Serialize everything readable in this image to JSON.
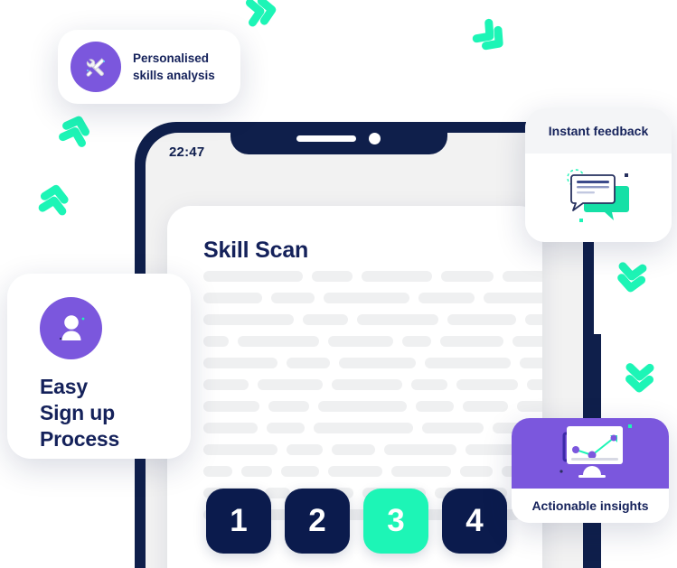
{
  "colors": {
    "navy": "#0f1f4b",
    "navy_text": "#14215a",
    "purple": "#7b57dd",
    "green": "#1df5b6",
    "skeleton": "#eff0f1",
    "card_white": "#ffffff",
    "status_bg": "#f2f2f2"
  },
  "phone": {
    "status": {
      "time": "22:47",
      "wifi_icon": "wifi-icon",
      "battery_icon": "battery-icon"
    },
    "app": {
      "title": "Skill Scan",
      "skeleton_rows": [
        [
          110,
          45,
          78,
          58,
          90
        ],
        [
          65,
          48,
          95,
          62,
          110,
          40
        ],
        [
          100,
          50,
          90,
          76,
          80
        ],
        [
          28,
          90,
          72,
          32,
          70,
          58
        ],
        [
          82,
          48,
          85,
          95,
          80
        ],
        [
          50,
          72,
          78,
          40,
          68,
          60
        ],
        [
          62,
          45,
          98,
          42,
          50,
          80
        ],
        [
          60,
          42,
          110,
          68,
          78
        ],
        [
          82,
          40,
          48,
          80,
          78
        ],
        [
          32,
          34,
          42,
          60,
          66,
          36,
          22
        ],
        [
          58,
          28,
          60,
          70,
          80
        ],
        [
          30,
          90,
          68,
          52,
          70
        ]
      ]
    },
    "pagination": {
      "items": [
        {
          "label": "1",
          "active": false
        },
        {
          "label": "2",
          "active": false
        },
        {
          "label": "3",
          "active": true
        },
        {
          "label": "4",
          "active": false
        }
      ]
    }
  },
  "cards": {
    "personalised": {
      "icon": "tools-wrench-screwdriver-icon",
      "line1": "Personalised",
      "line2": "skills analysis"
    },
    "instant_feedback": {
      "title": "Instant feedback",
      "icon": "chat-bubbles-icon"
    },
    "easy_signup": {
      "icon": "user-person-icon",
      "line1": "Easy",
      "line2": "Sign up",
      "line3": "Process"
    },
    "actionable_insights": {
      "title": "Actionable insights",
      "icon": "monitor-line-chart-icon"
    }
  },
  "decorations": {
    "chevron_groups": [
      {
        "name": "chevrons-top-left",
        "direction": "right"
      },
      {
        "name": "chevrons-top-right",
        "direction": "down-right"
      },
      {
        "name": "chevrons-left-upper",
        "direction": "up"
      },
      {
        "name": "chevrons-left-lower",
        "direction": "up"
      },
      {
        "name": "chevrons-right-upper",
        "direction": "down"
      },
      {
        "name": "chevrons-right-lower",
        "direction": "down"
      }
    ],
    "path_color": "#ffffff"
  }
}
